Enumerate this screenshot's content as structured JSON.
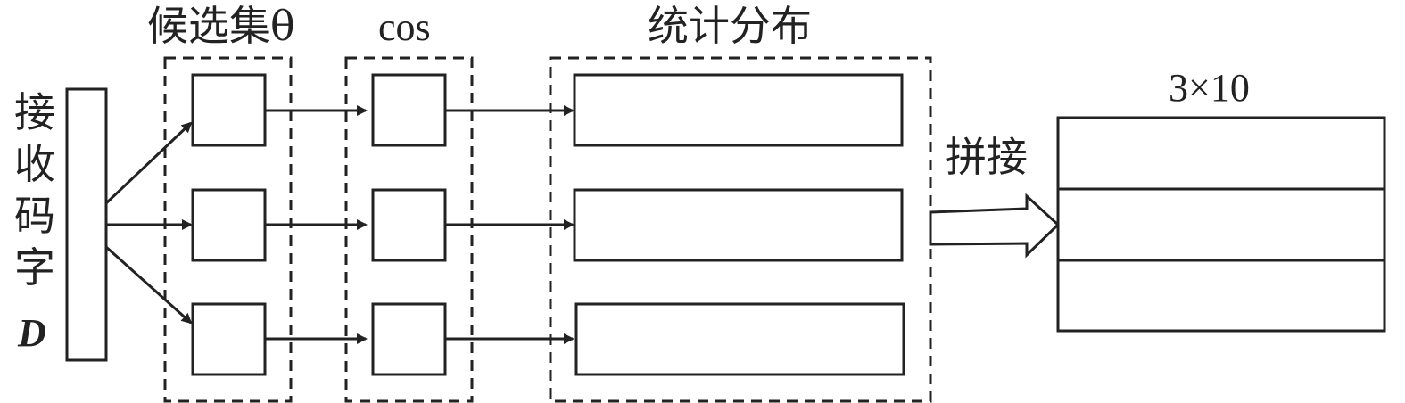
{
  "labels": {
    "input_chars": [
      "接",
      "收",
      "码",
      "字"
    ],
    "input_symbol": "D",
    "candidate_set": "候选集θ",
    "cos": "cos",
    "statistics": "统计分布",
    "concat": "拼接",
    "output_size": "3×10"
  },
  "colors": {
    "stroke": "#222222",
    "background": "#ffffff"
  }
}
